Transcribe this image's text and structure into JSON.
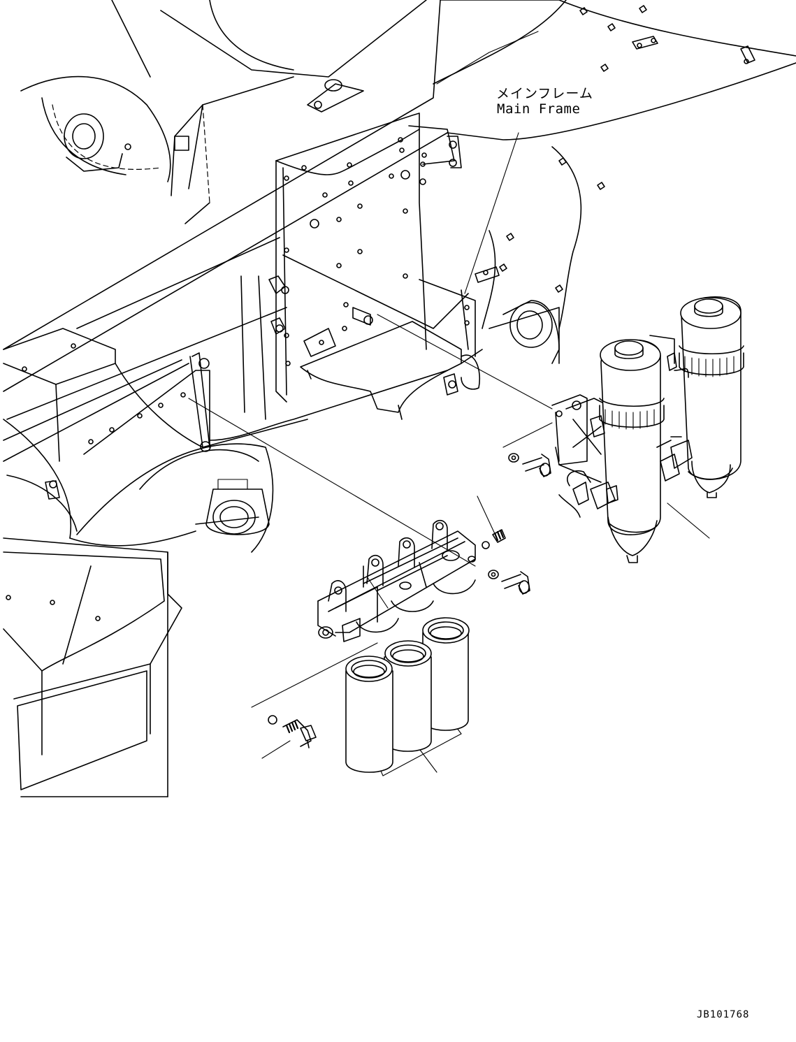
{
  "labels": {
    "main_frame_jp": "メインフレーム",
    "main_frame_en": "Main Frame",
    "drawing_number": "JB101768"
  },
  "colors": {
    "line": "#000000",
    "background": "#ffffff"
  }
}
